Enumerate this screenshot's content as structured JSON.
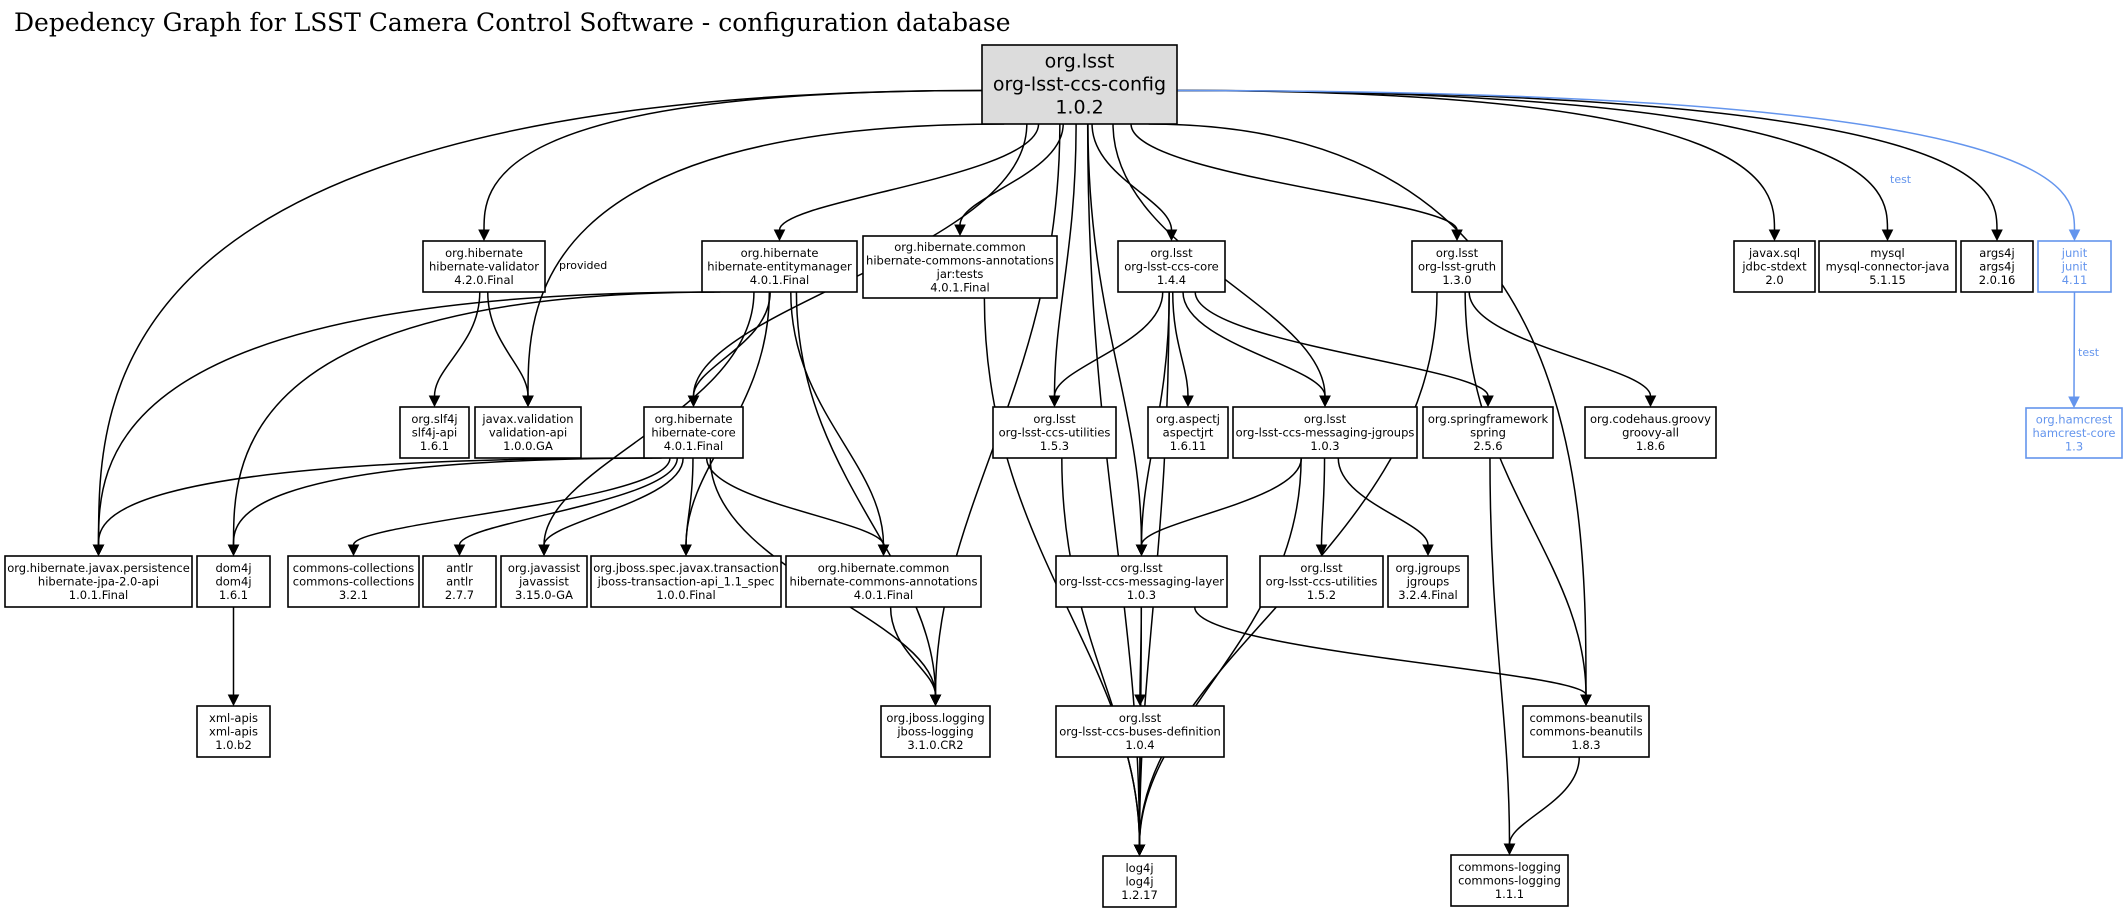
{
  "title": "Depedency Graph for LSST Camera Control Software - configuration database",
  "nodes": [
    {
      "id": "root",
      "lines": [
        "org.lsst",
        "org-lsst-ccs-config",
        "1.0.2"
      ],
      "kind": "root"
    },
    {
      "id": "hval",
      "lines": [
        "org.hibernate",
        "hibernate-validator",
        "4.2.0.Final"
      ]
    },
    {
      "id": "hem",
      "lines": [
        "org.hibernate",
        "hibernate-entitymanager",
        "4.0.1.Final"
      ]
    },
    {
      "id": "hcatests",
      "lines": [
        "org.hibernate.common",
        "hibernate-commons-annotations",
        "jar:tests",
        "4.0.1.Final"
      ]
    },
    {
      "id": "core",
      "lines": [
        "org.lsst",
        "org-lsst-ccs-core",
        "1.4.4"
      ]
    },
    {
      "id": "gruth",
      "lines": [
        "org.lsst",
        "org-lsst-gruth",
        "1.3.0"
      ]
    },
    {
      "id": "jdbc",
      "lines": [
        "javax.sql",
        "jdbc-stdext",
        "2.0"
      ]
    },
    {
      "id": "mysql",
      "lines": [
        "mysql",
        "mysql-connector-java",
        "5.1.15"
      ]
    },
    {
      "id": "args4j",
      "lines": [
        "args4j",
        "args4j",
        "2.0.16"
      ]
    },
    {
      "id": "junit",
      "lines": [
        "junit",
        "junit",
        "4.11"
      ],
      "kind": "test"
    },
    {
      "id": "slf4j",
      "lines": [
        "org.slf4j",
        "slf4j-api",
        "1.6.1"
      ]
    },
    {
      "id": "valapi",
      "lines": [
        "javax.validation",
        "validation-api",
        "1.0.0.GA"
      ]
    },
    {
      "id": "hcore",
      "lines": [
        "org.hibernate",
        "hibernate-core",
        "4.0.1.Final"
      ]
    },
    {
      "id": "util153",
      "lines": [
        "org.lsst",
        "org-lsst-ccs-utilities",
        "1.5.3"
      ]
    },
    {
      "id": "aspectj",
      "lines": [
        "org.aspectj",
        "aspectjrt",
        "1.6.11"
      ]
    },
    {
      "id": "msgjg",
      "lines": [
        "org.lsst",
        "org-lsst-ccs-messaging-jgroups",
        "1.0.3"
      ]
    },
    {
      "id": "spring",
      "lines": [
        "org.springframework",
        "spring",
        "2.5.6"
      ]
    },
    {
      "id": "groovy",
      "lines": [
        "org.codehaus.groovy",
        "groovy-all",
        "1.8.6"
      ]
    },
    {
      "id": "hamcrest",
      "lines": [
        "org.hamcrest",
        "hamcrest-core",
        "1.3"
      ],
      "kind": "test"
    },
    {
      "id": "jpa",
      "lines": [
        "org.hibernate.javax.persistence",
        "hibernate-jpa-2.0-api",
        "1.0.1.Final"
      ]
    },
    {
      "id": "dom4j",
      "lines": [
        "dom4j",
        "dom4j",
        "1.6.1"
      ]
    },
    {
      "id": "ccoll",
      "lines": [
        "commons-collections",
        "commons-collections",
        "3.2.1"
      ]
    },
    {
      "id": "antlr",
      "lines": [
        "antlr",
        "antlr",
        "2.7.7"
      ]
    },
    {
      "id": "javassist",
      "lines": [
        "org.javassist",
        "javassist",
        "3.15.0-GA"
      ]
    },
    {
      "id": "jta",
      "lines": [
        "org.jboss.spec.javax.transaction",
        "jboss-transaction-api_1.1_spec",
        "1.0.0.Final"
      ]
    },
    {
      "id": "hca",
      "lines": [
        "org.hibernate.common",
        "hibernate-commons-annotations",
        "4.0.1.Final"
      ]
    },
    {
      "id": "msglayer",
      "lines": [
        "org.lsst",
        "org-lsst-ccs-messaging-layer",
        "1.0.3"
      ]
    },
    {
      "id": "util152",
      "lines": [
        "org.lsst",
        "org-lsst-ccs-utilities",
        "1.5.2"
      ]
    },
    {
      "id": "jgroups",
      "lines": [
        "org.jgroups",
        "jgroups",
        "3.2.4.Final"
      ]
    },
    {
      "id": "xmlapis",
      "lines": [
        "xml-apis",
        "xml-apis",
        "1.0.b2"
      ]
    },
    {
      "id": "jbosslog",
      "lines": [
        "org.jboss.logging",
        "jboss-logging",
        "3.1.0.CR2"
      ]
    },
    {
      "id": "buses",
      "lines": [
        "org.lsst",
        "org-lsst-ccs-buses-definition",
        "1.0.4"
      ]
    },
    {
      "id": "beanutils",
      "lines": [
        "commons-beanutils",
        "commons-beanutils",
        "1.8.3"
      ]
    },
    {
      "id": "log4j",
      "lines": [
        "log4j",
        "log4j",
        "1.2.17"
      ]
    },
    {
      "id": "clog",
      "lines": [
        "commons-logging",
        "commons-logging",
        "1.1.1"
      ]
    }
  ],
  "edges": [
    {
      "from": "root",
      "to": "hval"
    },
    {
      "from": "root",
      "to": "valapi",
      "label": "provided"
    },
    {
      "from": "root",
      "to": "jpa"
    },
    {
      "from": "root",
      "to": "hcore"
    },
    {
      "from": "root",
      "to": "hem"
    },
    {
      "from": "root",
      "to": "hcatests"
    },
    {
      "from": "root",
      "to": "jbosslog"
    },
    {
      "from": "root",
      "to": "util153"
    },
    {
      "from": "root",
      "to": "log4j"
    },
    {
      "from": "root",
      "to": "msglayer"
    },
    {
      "from": "root",
      "to": "core"
    },
    {
      "from": "root",
      "to": "msgjg"
    },
    {
      "from": "root",
      "to": "gruth"
    },
    {
      "from": "root",
      "to": "beanutils"
    },
    {
      "from": "root",
      "to": "jdbc"
    },
    {
      "from": "root",
      "to": "mysql"
    },
    {
      "from": "root",
      "to": "args4j"
    },
    {
      "from": "root",
      "to": "junit",
      "label": "test",
      "kind": "test"
    },
    {
      "from": "junit",
      "to": "hamcrest",
      "label": "test",
      "kind": "test"
    },
    {
      "from": "hval",
      "to": "slf4j"
    },
    {
      "from": "hval",
      "to": "valapi"
    },
    {
      "from": "hem",
      "to": "hcore"
    },
    {
      "from": "hem",
      "to": "jpa"
    },
    {
      "from": "hem",
      "to": "dom4j"
    },
    {
      "from": "hem",
      "to": "javassist"
    },
    {
      "from": "hem",
      "to": "jta"
    },
    {
      "from": "hem",
      "to": "hca"
    },
    {
      "from": "hem",
      "to": "jbosslog"
    },
    {
      "from": "hcatests",
      "to": "log4j"
    },
    {
      "from": "hcore",
      "to": "jpa"
    },
    {
      "from": "hcore",
      "to": "dom4j"
    },
    {
      "from": "hcore",
      "to": "ccoll"
    },
    {
      "from": "hcore",
      "to": "antlr"
    },
    {
      "from": "hcore",
      "to": "javassist"
    },
    {
      "from": "hcore",
      "to": "jta"
    },
    {
      "from": "hcore",
      "to": "hca"
    },
    {
      "from": "hcore",
      "to": "jbosslog"
    },
    {
      "from": "core",
      "to": "util153"
    },
    {
      "from": "core",
      "to": "aspectj"
    },
    {
      "from": "core",
      "to": "msgjg"
    },
    {
      "from": "core",
      "to": "spring"
    },
    {
      "from": "core",
      "to": "msglayer"
    },
    {
      "from": "core",
      "to": "log4j"
    },
    {
      "from": "gruth",
      "to": "groovy"
    },
    {
      "from": "gruth",
      "to": "beanutils"
    },
    {
      "from": "gruth",
      "to": "log4j"
    },
    {
      "from": "util153",
      "to": "log4j"
    },
    {
      "from": "msgjg",
      "to": "msglayer"
    },
    {
      "from": "msgjg",
      "to": "util152"
    },
    {
      "from": "msgjg",
      "to": "jgroups"
    },
    {
      "from": "msgjg",
      "to": "log4j"
    },
    {
      "from": "spring",
      "to": "clog"
    },
    {
      "from": "dom4j",
      "to": "xmlapis"
    },
    {
      "from": "hca",
      "to": "jbosslog"
    },
    {
      "from": "msglayer",
      "to": "buses"
    },
    {
      "from": "msglayer",
      "to": "beanutils"
    },
    {
      "from": "msglayer",
      "to": "log4j"
    },
    {
      "from": "buses",
      "to": "log4j"
    },
    {
      "from": "beanutils",
      "to": "clog"
    }
  ]
}
